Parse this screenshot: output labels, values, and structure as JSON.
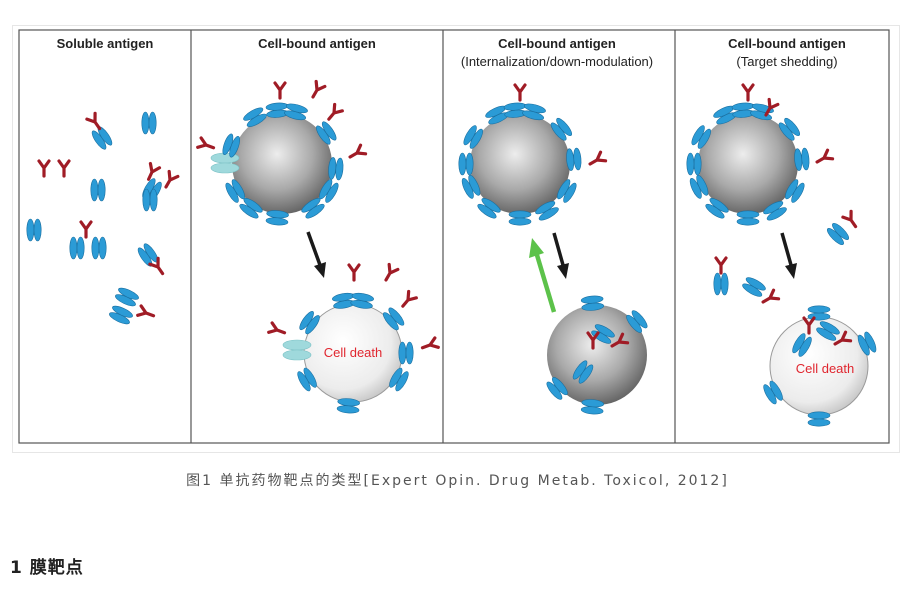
{
  "figure": {
    "panels": [
      {
        "title": "Soluble antigen",
        "subtitle": ""
      },
      {
        "title": "Cell-bound antigen",
        "subtitle": ""
      },
      {
        "title": "Cell-bound antigen",
        "subtitle": "(Internalization/down-modulation)"
      },
      {
        "title": "Cell-bound antigen",
        "subtitle": "(Target shedding)"
      }
    ],
    "cell_death_label_1": "Cell death",
    "cell_death_label_2": "Cell death",
    "colors": {
      "antigen": "#2b9bd6",
      "antibody": "#a01c26",
      "cell_dark": "#6e6e6e",
      "cell_light": "#f0f0f0",
      "receptor_pale": "#9fd9dc",
      "arrow_black": "#1a1a1a",
      "arrow_green": "#5cc24a",
      "death_text": "#e0262f"
    }
  },
  "caption": "图1 单抗药物靶点的类型[Expert Opin. Drug Metab. Toxicol, 2012]",
  "section_heading": "1 膜靶点"
}
